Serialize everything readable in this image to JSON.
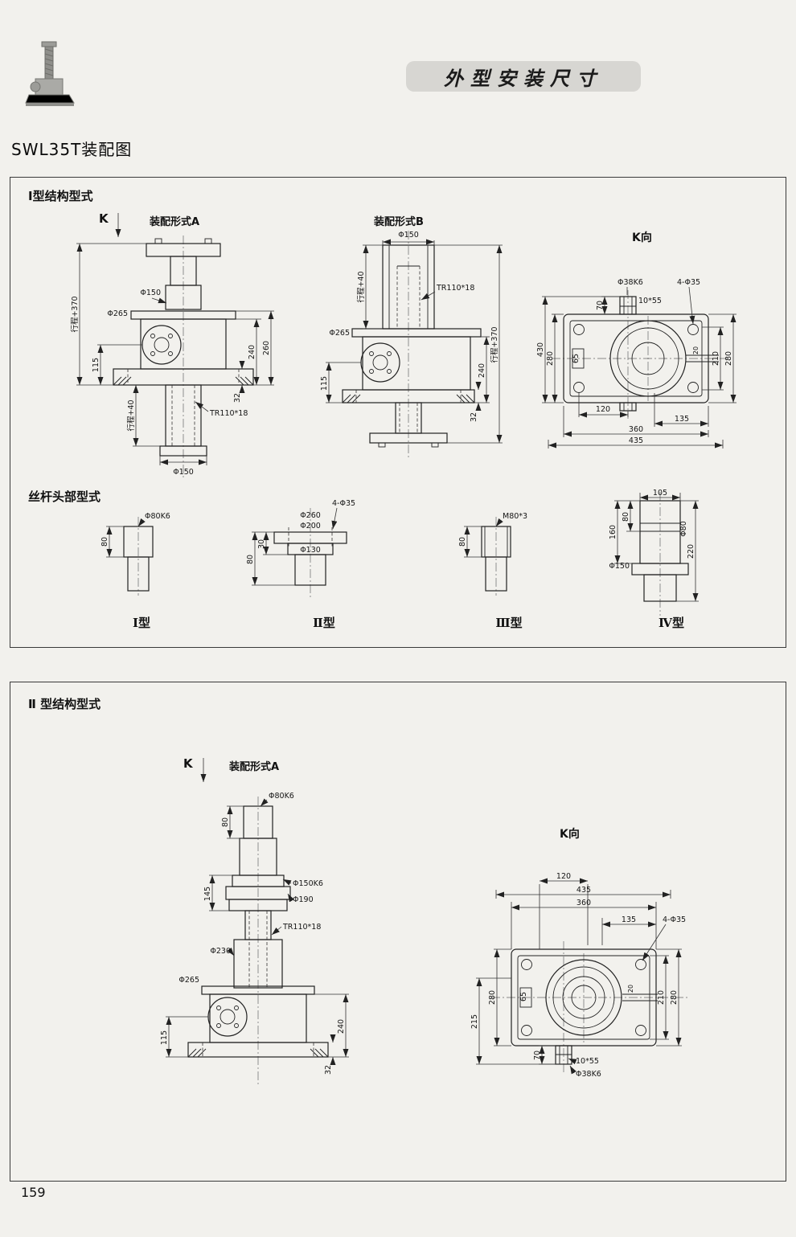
{
  "header": {
    "title": "外型安装尺寸"
  },
  "page": {
    "title": "SWL35T装配图",
    "number": "159"
  },
  "type1": {
    "section_title": "Ⅰ型结构型式",
    "k_marker": "K",
    "formA": {
      "label": "装配形式A",
      "phi150_top": "Φ150",
      "phi265": "Φ265",
      "stroke370": "行程+370",
      "d115": "115",
      "stroke40": "行程+40",
      "tr110": "TR110*18",
      "phi150_bottom": "Φ150",
      "d240": "240",
      "d260": "260",
      "d32": "32"
    },
    "formB": {
      "label": "装配形式B",
      "phi150": "Φ150",
      "stroke40": "行程+40",
      "tr110": "TR110*18",
      "phi265": "Φ265",
      "d115": "115",
      "d240": "240",
      "stroke370": "行程+370",
      "d32": "32"
    },
    "kview": {
      "label": "K向",
      "phi38k6": "Φ38K6",
      "bolts": "4-Φ35",
      "keyway": "10*55",
      "d70": "70",
      "d430": "430",
      "d280_left": "280",
      "d65": "65",
      "d20": "20",
      "d210": "210",
      "d280_right": "280",
      "d120": "120",
      "d135": "135",
      "d360": "360",
      "d435": "435"
    },
    "heads": {
      "title": "丝杆头部型式",
      "type1": {
        "label": "Ⅰ型",
        "phi80k6": "Φ80K6",
        "d80": "80"
      },
      "type2": {
        "label": "Ⅱ型",
        "bolts": "4-Φ35",
        "phi260": "Φ260",
        "phi200": "Φ200",
        "phi130": "Φ130",
        "d30": "30",
        "d80": "80"
      },
      "type3": {
        "label": "Ⅲ型",
        "m80": "M80*3",
        "d80": "80"
      },
      "type4": {
        "label": "Ⅳ型",
        "d105": "105",
        "d80": "80",
        "phi80": "Φ80",
        "d160": "160",
        "d220": "220",
        "phi150": "Φ150"
      }
    }
  },
  "type2": {
    "section_title": "Ⅱ 型结构型式",
    "k_marker": "K",
    "formA": {
      "label": "装配形式A",
      "phi80k6": "Φ80K6",
      "d80": "80",
      "d145": "145",
      "phi150k6": "Φ150K6",
      "phi190": "Φ190",
      "tr110": "TR110*18",
      "phi230": "Φ230",
      "phi265": "Φ265",
      "d115": "115",
      "d240": "240",
      "d32": "32"
    },
    "kview": {
      "label": "K向",
      "d120": "120",
      "d435": "435",
      "d360": "360",
      "d135": "135",
      "bolts": "4-Φ35",
      "d280_left": "280",
      "d65": "65",
      "d215": "215",
      "d70": "70",
      "keyway": "10*55",
      "phi38k6": "Φ38K6",
      "d20": "20",
      "d210": "210",
      "d280_right": "280"
    }
  }
}
